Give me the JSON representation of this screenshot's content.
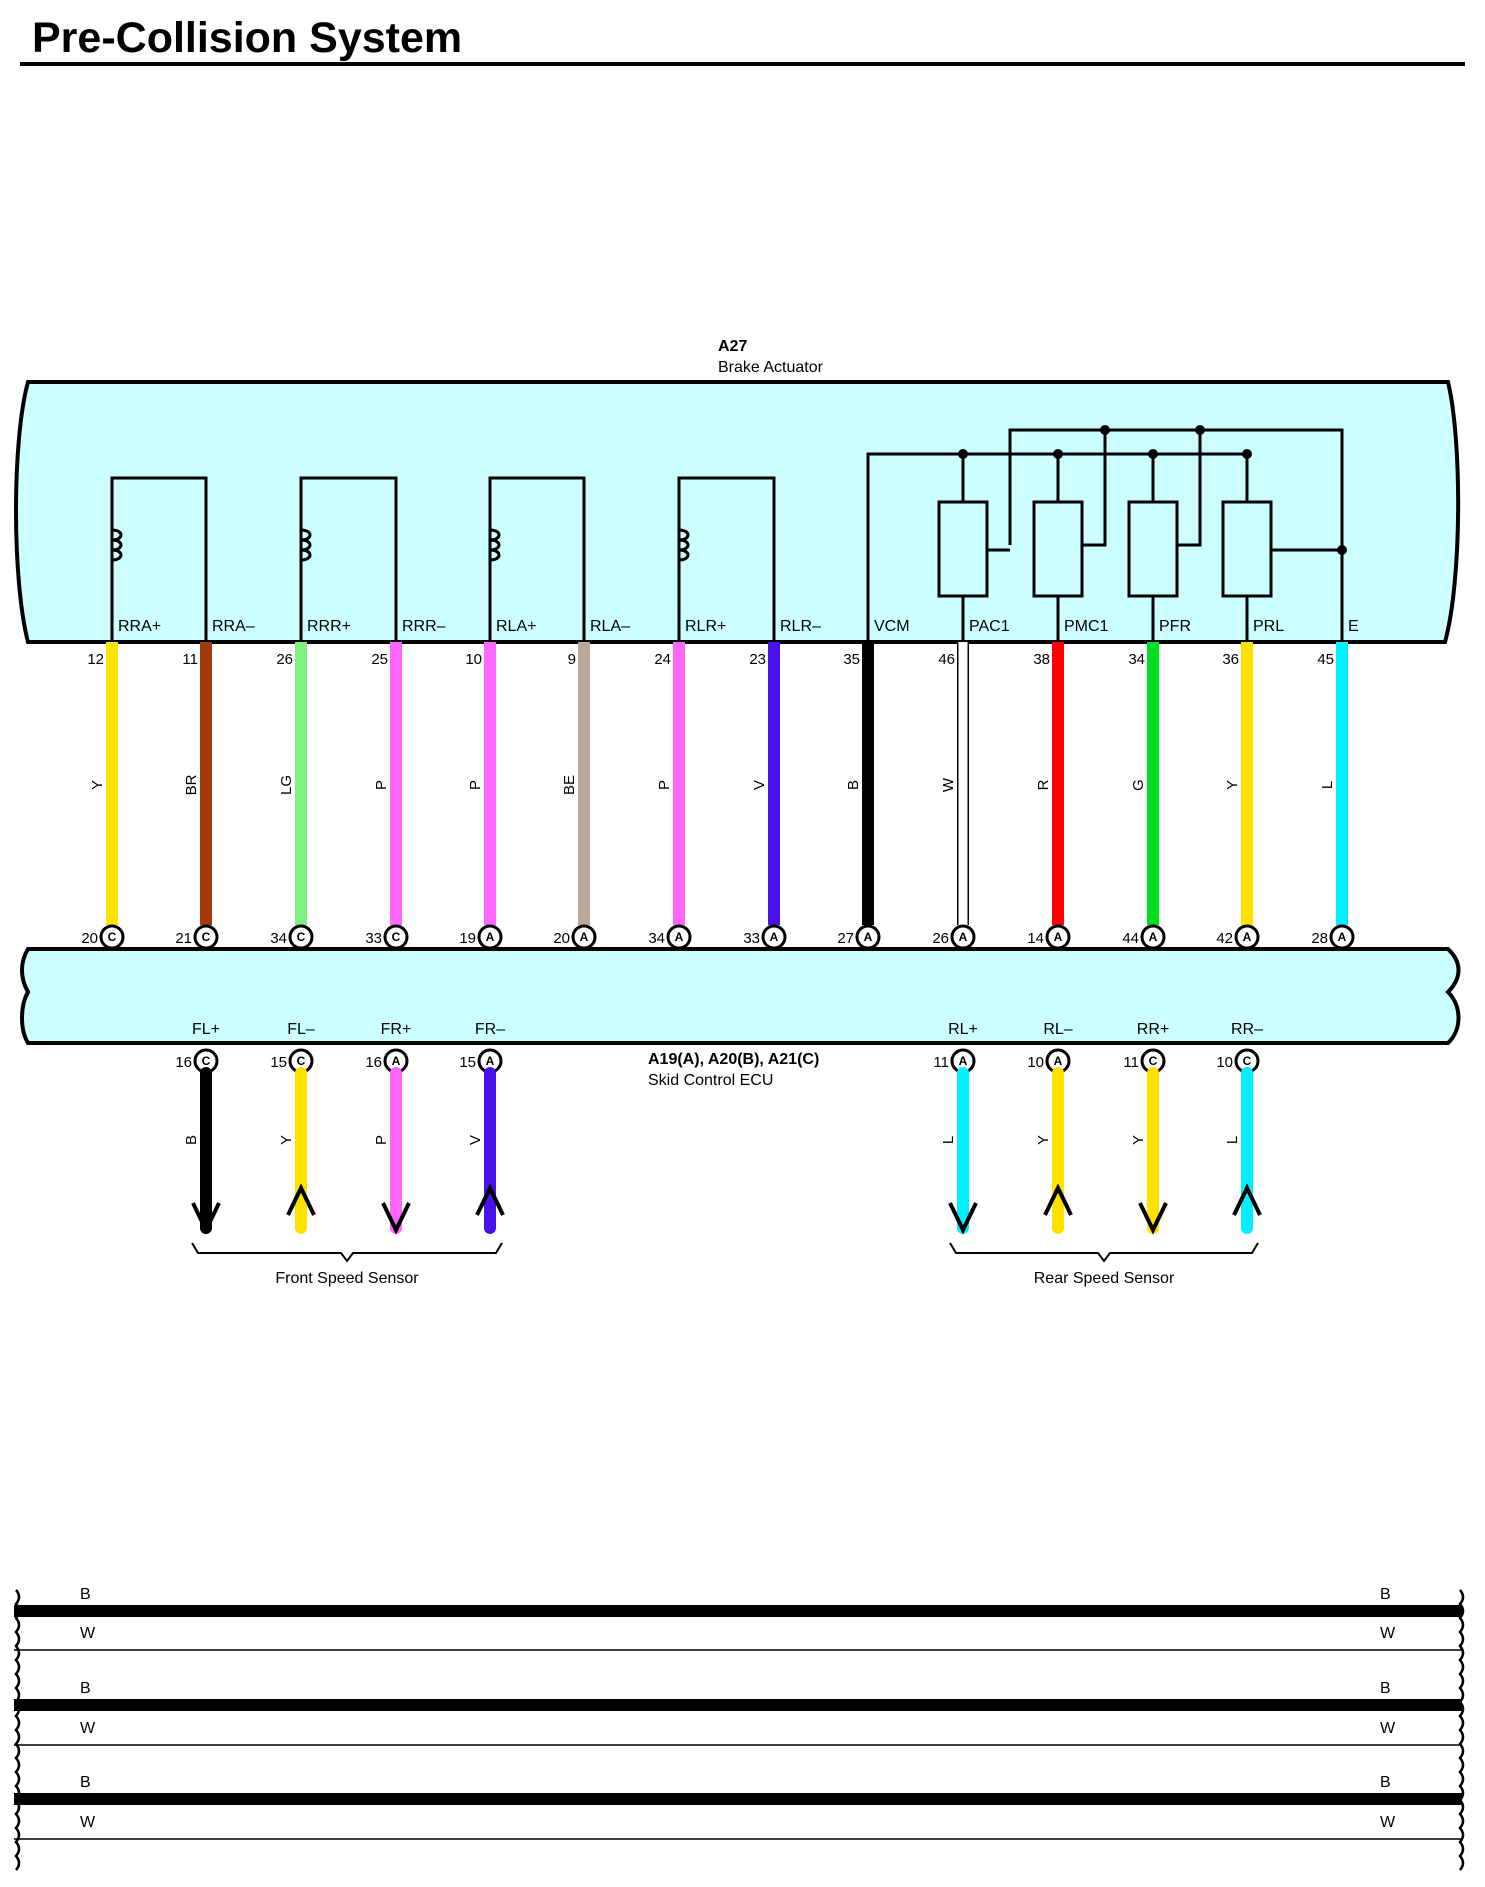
{
  "title": "Pre-Collision System",
  "actuator": {
    "id": "A27",
    "name": "Brake Actuator"
  },
  "ecu": {
    "id": "A19(A), A20(B), A21(C)",
    "name": "Skid Control ECU"
  },
  "colors": {
    "Y": "#ffe100",
    "BR": "#a33a0a",
    "LG": "#80f080",
    "P": "#ff66ff",
    "BE": "#baa898",
    "V": "#4a10ee",
    "B": "#000000",
    "W": "#ffffff",
    "R": "#ff0000",
    "G": "#00e020",
    "L": "#00f0ff",
    "body_fill": "#ccffff"
  },
  "wires": [
    {
      "act_pin": "12",
      "act_label": "RRA+",
      "color": "Y",
      "ecu_pin": "20",
      "ecu_conn": "C",
      "ecu_label": "RRA+"
    },
    {
      "act_pin": "11",
      "act_label": "RRA–",
      "color": "BR",
      "ecu_pin": "21",
      "ecu_conn": "C",
      "ecu_label": "RRA–"
    },
    {
      "act_pin": "26",
      "act_label": "RRR+",
      "color": "LG",
      "ecu_pin": "34",
      "ecu_conn": "C",
      "ecu_label": "RRR+"
    },
    {
      "act_pin": "25",
      "act_label": "RRR–",
      "color": "P",
      "ecu_pin": "33",
      "ecu_conn": "C",
      "ecu_label": "RRR–"
    },
    {
      "act_pin": "10",
      "act_label": "RLA+",
      "color": "P",
      "ecu_pin": "19",
      "ecu_conn": "A",
      "ecu_label": "RLA+"
    },
    {
      "act_pin": "9",
      "act_label": "RLA–",
      "color": "BE",
      "ecu_pin": "20",
      "ecu_conn": "A",
      "ecu_label": "RLA–"
    },
    {
      "act_pin": "24",
      "act_label": "RLR+",
      "color": "P",
      "ecu_pin": "34",
      "ecu_conn": "A",
      "ecu_label": "RLR+"
    },
    {
      "act_pin": "23",
      "act_label": "RLR–",
      "color": "V",
      "ecu_pin": "33",
      "ecu_conn": "A",
      "ecu_label": "RLR–"
    },
    {
      "act_pin": "35",
      "act_label": "VCM",
      "color": "B",
      "ecu_pin": "27",
      "ecu_conn": "A",
      "ecu_label": "VCM"
    },
    {
      "act_pin": "46",
      "act_label": "PAC1",
      "color": "W",
      "ecu_pin": "26",
      "ecu_conn": "A",
      "ecu_label": "PAC1"
    },
    {
      "act_pin": "38",
      "act_label": "PMC1",
      "color": "R",
      "ecu_pin": "14",
      "ecu_conn": "A",
      "ecu_label": "PMC1"
    },
    {
      "act_pin": "34",
      "act_label": "PFR",
      "color": "G",
      "ecu_pin": "44",
      "ecu_conn": "A",
      "ecu_label": "PFR"
    },
    {
      "act_pin": "36",
      "act_label": "PRL",
      "color": "Y",
      "ecu_pin": "42",
      "ecu_conn": "A",
      "ecu_label": "PRL"
    },
    {
      "act_pin": "45",
      "act_label": "E",
      "color": "L",
      "ecu_pin": "28",
      "ecu_conn": "A",
      "ecu_label": "E"
    }
  ],
  "sensor_wires": [
    {
      "label": "FL+",
      "pin": "16",
      "conn": "C",
      "color": "B",
      "dir": "down"
    },
    {
      "label": "FL–",
      "pin": "15",
      "conn": "C",
      "color": "Y",
      "dir": "up"
    },
    {
      "label": "FR+",
      "pin": "16",
      "conn": "A",
      "color": "P",
      "dir": "down"
    },
    {
      "label": "FR–",
      "pin": "15",
      "conn": "A",
      "color": "V",
      "dir": "up"
    },
    {
      "label": "RL+",
      "pin": "11",
      "conn": "A",
      "color": "L",
      "dir": "down"
    },
    {
      "label": "RL–",
      "pin": "10",
      "conn": "A",
      "color": "Y",
      "dir": "up"
    },
    {
      "label": "RR+",
      "pin": "11",
      "conn": "C",
      "color": "Y",
      "dir": "down"
    },
    {
      "label": "RR–",
      "pin": "10",
      "conn": "C",
      "color": "L",
      "dir": "up"
    }
  ],
  "sensor_groups": [
    "Front Speed Sensor",
    "Rear Speed Sensor"
  ],
  "bus_lines": [
    {
      "color": "B",
      "left": "B",
      "right": "B"
    },
    {
      "color": "W",
      "left": "W",
      "right": "W"
    },
    {
      "color": "B",
      "left": "B",
      "right": "B"
    },
    {
      "color": "W",
      "left": "W",
      "right": "W"
    },
    {
      "color": "B",
      "left": "B",
      "right": "B"
    },
    {
      "color": "W",
      "left": "W",
      "right": "W"
    }
  ]
}
